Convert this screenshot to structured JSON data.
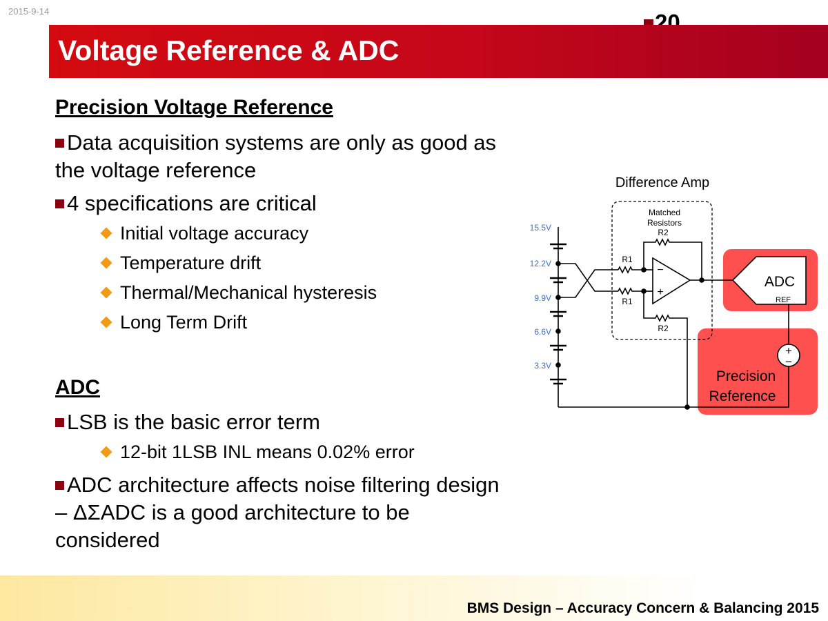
{
  "date": "2015-9-14",
  "page_number": "20",
  "title": "Voltage Reference & ADC",
  "section1": {
    "heading": "Precision Voltage Reference",
    "bullet1_line1": "Data acquisition systems are only as good as",
    "bullet1_line2": "the voltage reference",
    "bullet2": "4 specifications are critical",
    "subitems": [
      "Initial voltage accuracy",
      "Temperature drift",
      "Thermal/Mechanical hysteresis",
      "Long Term Drift"
    ]
  },
  "section2": {
    "heading": "ADC",
    "bullet1": "LSB is the basic error term",
    "subitem": "12-bit 1LSB INL means 0.02% error",
    "bullet2_line1": "ADC architecture affects noise filtering design",
    "bullet2_line2": "– ΔΣADC is a good architecture to be",
    "bullet2_line3": "considered"
  },
  "diagram": {
    "amp_label": "Difference Amp",
    "matched_line1": "Matched",
    "matched_line2": "Resistors",
    "r1": "R1",
    "r2": "R2",
    "minus": "−",
    "plus": "+",
    "adc": "ADC",
    "ref": "REF",
    "precision_line1": "Precision",
    "precision_line2": "Reference",
    "voltages": [
      "15.5V",
      "12.2V",
      "9.9V",
      "6.6V",
      "3.3V"
    ],
    "colors": {
      "highlight": "#ff5050",
      "voltage_text": "#3a6fd8"
    }
  },
  "footer": "BMS Design – Accuracy Concern & Balancing 2015"
}
